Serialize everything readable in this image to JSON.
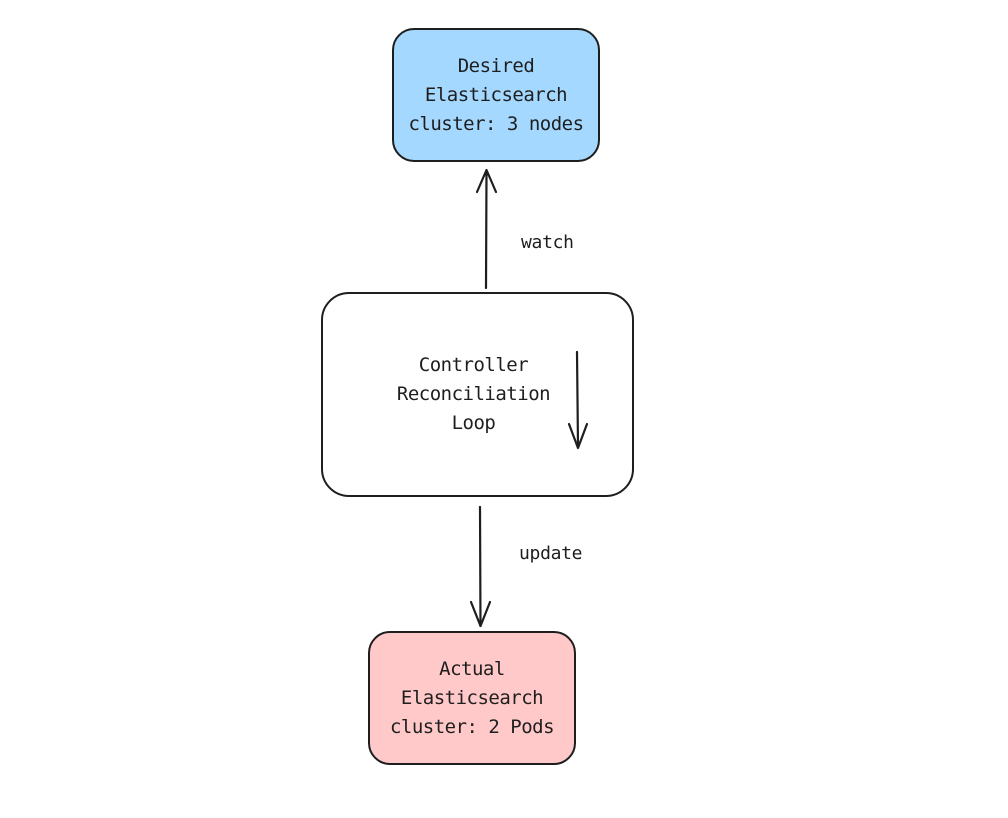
{
  "nodes": {
    "desired": {
      "label": "Desired\nElasticsearch\ncluster: 3 nodes",
      "fill": "#a5d8ff"
    },
    "controller": {
      "label": "Controller\nReconciliation\nLoop",
      "fill": "#ffffff"
    },
    "actual": {
      "label": "Actual\nElasticsearch\ncluster: 2 Pods",
      "fill": "#ffc9c9"
    }
  },
  "edges": {
    "watch": {
      "label": "watch"
    },
    "update": {
      "label": "update"
    }
  },
  "colors": {
    "stroke": "#1e1e1e",
    "background": "#ffffff"
  }
}
